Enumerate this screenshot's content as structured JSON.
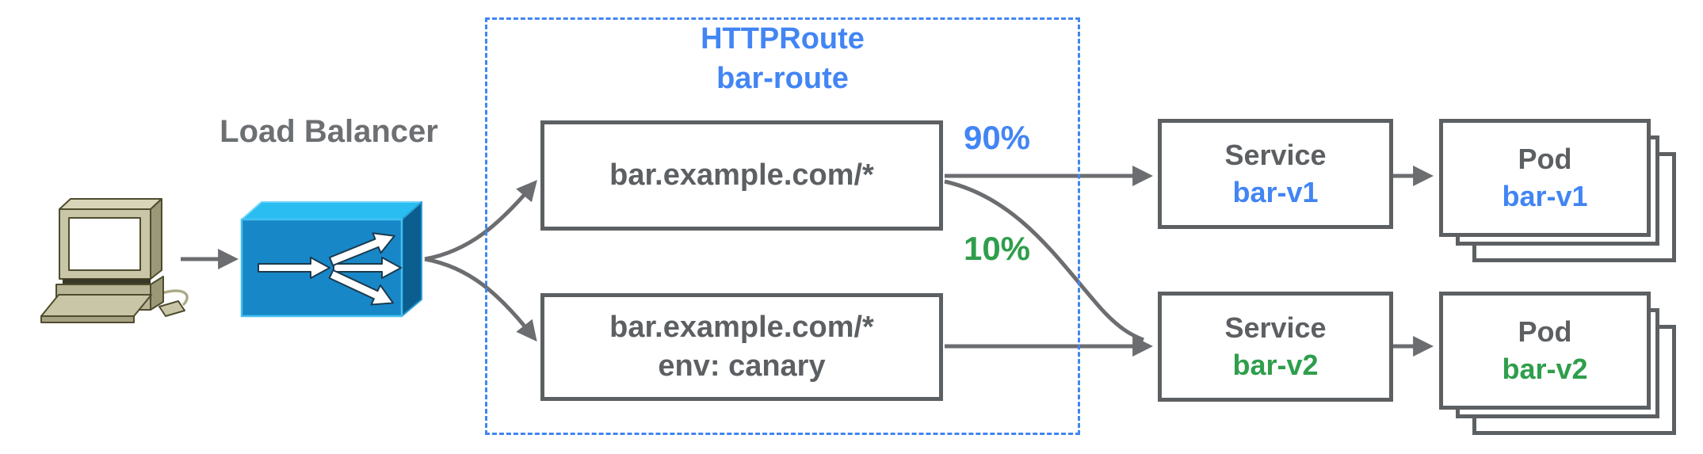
{
  "diagram": {
    "client": {
      "icon": "desktop-computer-icon"
    },
    "load_balancer": {
      "label": "Load Balancer",
      "icon": "load-balancer-icon"
    },
    "httproute": {
      "kind_label": "HTTPRoute",
      "name_label": "bar-route",
      "rules": [
        {
          "match": "bar.example.com/*",
          "weight_label": "90%",
          "weight_color": "#4285f4",
          "backend": "bar-v1"
        },
        {
          "match": "bar.example.com/*",
          "match_header": "env: canary",
          "weight_label": "10%",
          "weight_color": "#2f9e4c",
          "backend": "bar-v2"
        }
      ]
    },
    "services": [
      {
        "type_label": "Service",
        "name": "bar-v1",
        "name_color": "#4285f4"
      },
      {
        "type_label": "Service",
        "name": "bar-v2",
        "name_color": "#2f9e4c"
      }
    ],
    "pods": [
      {
        "type_label": "Pod",
        "name": "bar-v1",
        "name_color": "#4285f4"
      },
      {
        "type_label": "Pod",
        "name": "bar-v2",
        "name_color": "#2f9e4c"
      }
    ],
    "colors": {
      "accent_blue": "#4285f4",
      "accent_green": "#2f9e4c",
      "box_gray": "#5d6063",
      "arrow_gray": "#6b6d70",
      "lb_front_blue": "#1787c8",
      "lb_top_blue": "#29bdf2",
      "lb_side_blue": "#0b5e90",
      "dashed_border_blue": "#4285f4"
    }
  }
}
